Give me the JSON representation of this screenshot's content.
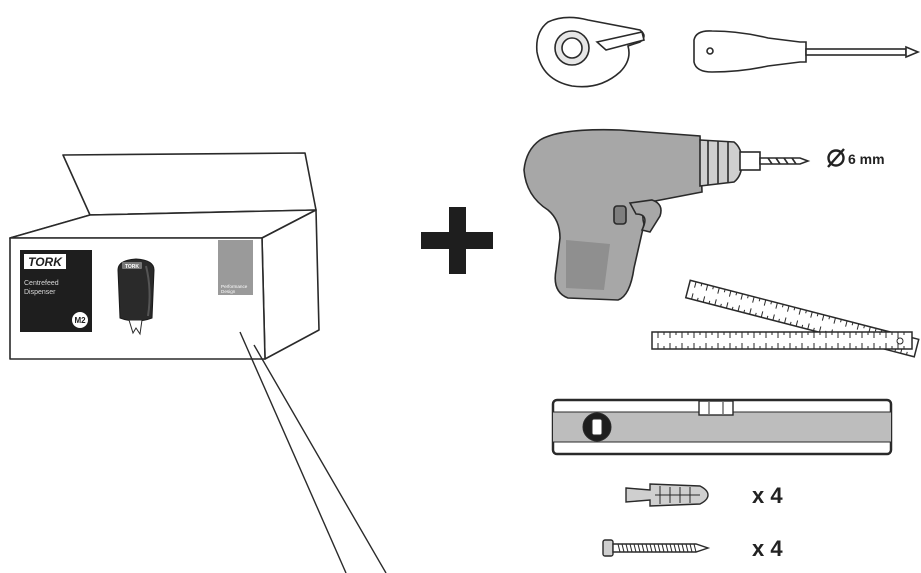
{
  "box": {
    "brand": "TORK",
    "product_line1": "Centrefeed",
    "product_line2": "Dispenser",
    "badge": "M2",
    "tag_line1": "Performance",
    "tag_line2": "Design",
    "mini_brand": "TORK"
  },
  "drill": {
    "bit_diameter": "6 mm"
  },
  "wall_plugs": {
    "quantity": "x 4"
  },
  "screws": {
    "quantity": "x 4"
  },
  "colors": {
    "outline": "#2a2a2a",
    "tool_grey": "#a7a7a7",
    "tool_light": "#cfcfcf",
    "dark_panel": "#1e1e1e"
  }
}
